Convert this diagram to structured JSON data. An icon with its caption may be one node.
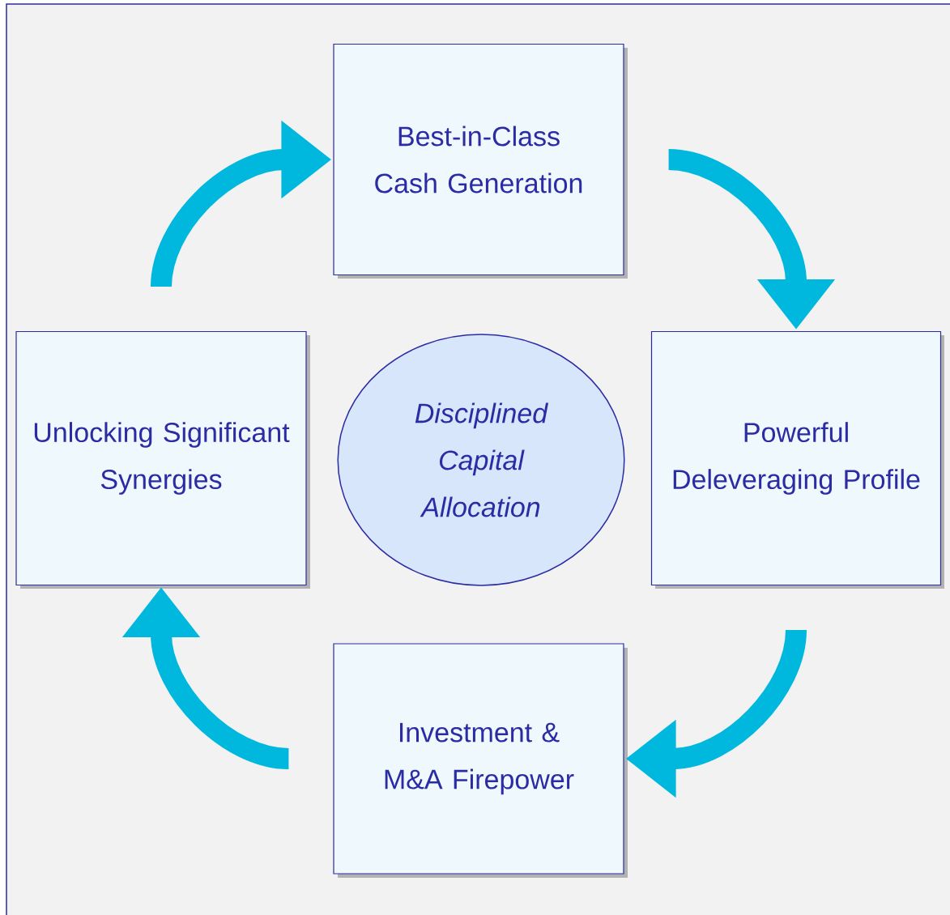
{
  "diagram": {
    "nodes": [
      {
        "text": [
          "Best-in-Class Cash Generation"
        ]
      },
      {
        "text": [
          "Powerful Deleveraging Profile"
        ]
      },
      {
        "text": [
          "Investment & M&A Firepower"
        ]
      },
      {
        "text": [
          "Unlocking Significant Synergies"
        ]
      },
      {
        "text": [
          "Disciplined Capital Allocation"
        ]
      }
    ],
    "edges": [
      {
        "from": 0,
        "to": 1,
        "arrow": "to"
      },
      {
        "from": 1,
        "to": 2,
        "arrow": "to"
      },
      {
        "from": 2,
        "to": 3,
        "arrow": "to"
      },
      {
        "from": 3,
        "to": 0,
        "arrow": "to"
      }
    ]
  }
}
